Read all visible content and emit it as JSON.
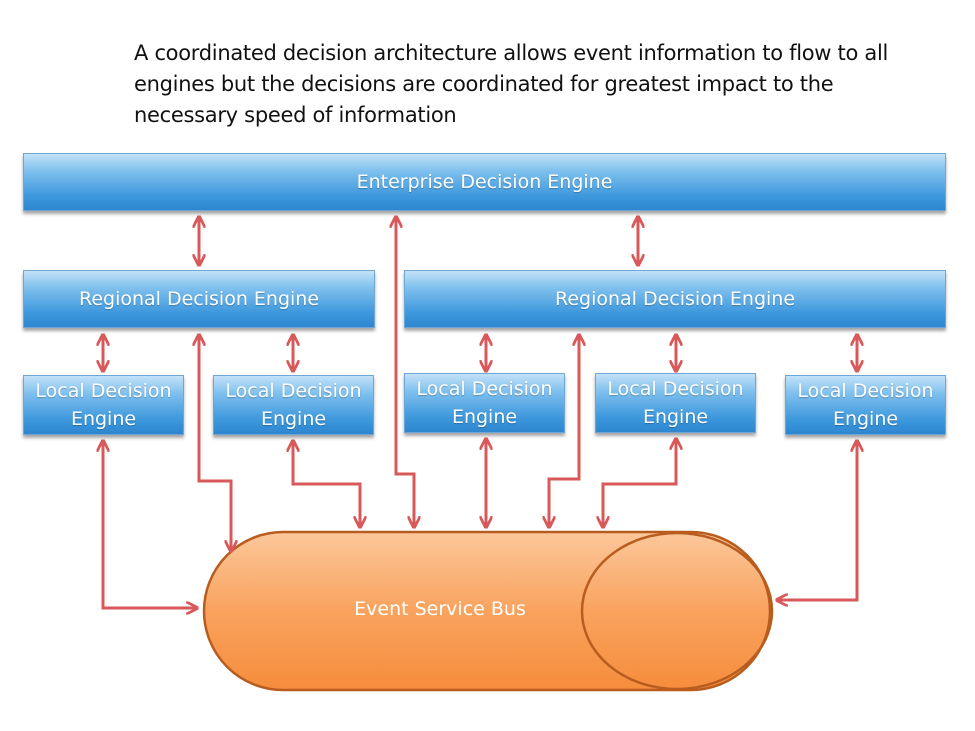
{
  "caption": "A coordinated decision architecture allows event information to flow to all engines but the decisions are coordinated for greatest impact to the necessary speed of information",
  "enterprise_engine": {
    "label": "Enterprise Decision Engine"
  },
  "regional_engines": [
    {
      "label": "Regional Decision Engine"
    },
    {
      "label": "Regional Decision Engine"
    }
  ],
  "local_engines": [
    {
      "label": "Local Decision Engine"
    },
    {
      "label": "Local Decision Engine"
    },
    {
      "label": "Local Decision Engine"
    },
    {
      "label": "Local Decision Engine"
    },
    {
      "label": "Local Decision Engine"
    }
  ],
  "event_bus": {
    "label": "Event Service Bus"
  },
  "colors": {
    "engine_box": "#4a9fe0",
    "arrow": "#d9585a",
    "bus_fill": "#f9a05a",
    "bus_stroke": "#b85d1f"
  }
}
